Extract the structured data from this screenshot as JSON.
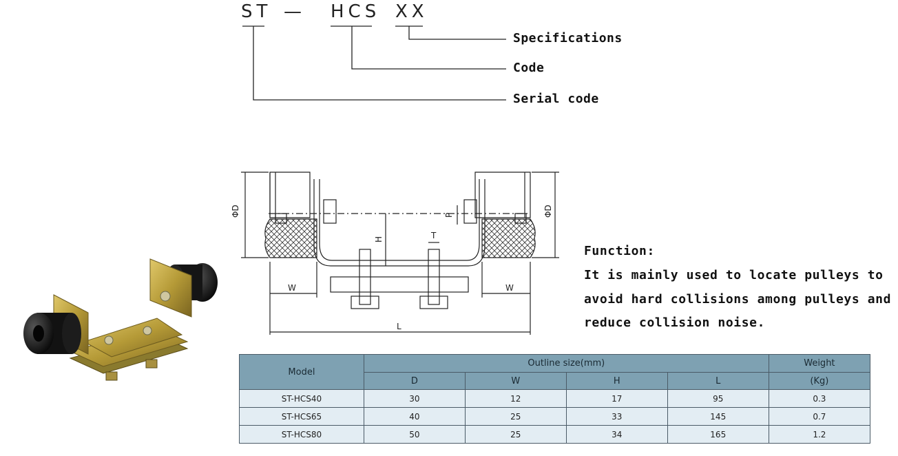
{
  "code": {
    "p1": "ST",
    "dash": "—",
    "p2": "HCS",
    "p3": "XX"
  },
  "legend": {
    "specifications": "Specifications",
    "code": "Code",
    "serial": "Serial code"
  },
  "drawing_labels": {
    "phi_d": "ΦD",
    "p": "P",
    "t": "T",
    "h": "H",
    "w": "W",
    "l": "L"
  },
  "function": {
    "title": "Function:",
    "lines": [
      "It is mainly used to locate pulleys to",
      "avoid hard collisions among pulleys and",
      "reduce collision noise."
    ]
  },
  "table": {
    "model_label": "Model",
    "outline_label": "Outline size(mm)",
    "weight_label": "Weight",
    "weight_unit": "(Kg)",
    "dims": [
      "D",
      "W",
      "H",
      "L"
    ],
    "rows": [
      {
        "model": "ST-HCS40",
        "d": "30",
        "w": "12",
        "h": "17",
        "l": "95",
        "weight": "0.3"
      },
      {
        "model": "ST-HCS65",
        "d": "40",
        "w": "25",
        "h": "33",
        "l": "145",
        "weight": "0.7"
      },
      {
        "model": "ST-HCS80",
        "d": "50",
        "w": "25",
        "h": "34",
        "l": "165",
        "weight": "1.2"
      }
    ]
  },
  "colors": {
    "header": "#7ea1b2",
    "row": "#e3edf3",
    "metal": "#b8a13c",
    "rubber": "#1a1a1a"
  }
}
